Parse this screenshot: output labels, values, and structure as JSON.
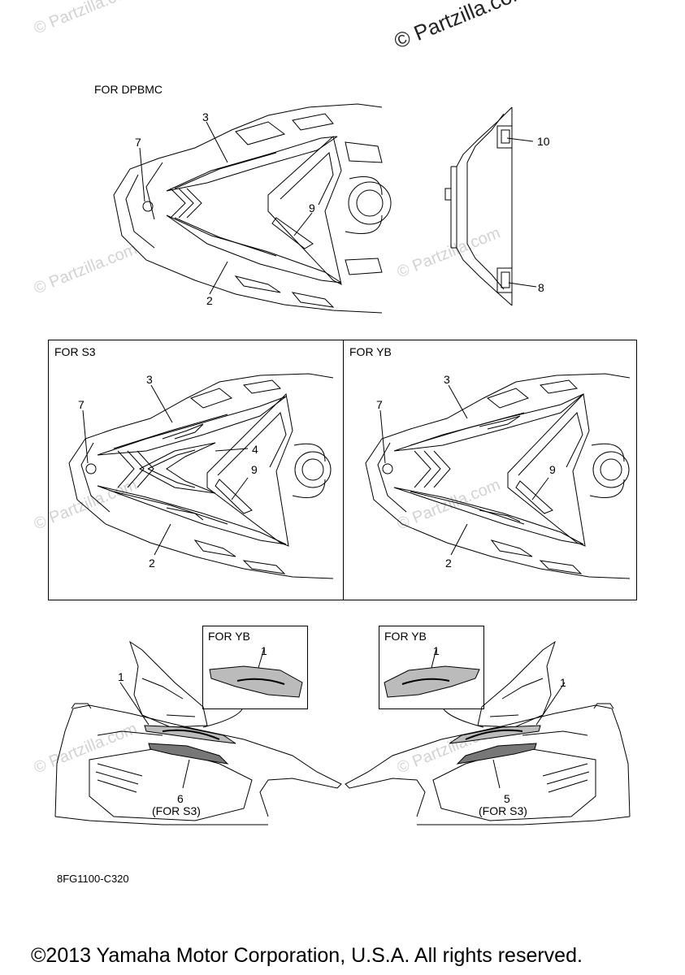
{
  "watermark": {
    "small": "© Partzilla.com",
    "top": "© Partzilla.com"
  },
  "sections": {
    "top_label": "FOR DPBMC",
    "s3_label": "FOR S3",
    "yb_label": "FOR YB",
    "inset_left_label": "FOR YB",
    "inset_right_label": "FOR YB"
  },
  "callouts": {
    "top": {
      "c3": "3",
      "c7": "7",
      "c9": "9",
      "c2": "2",
      "c10": "10",
      "c8": "8"
    },
    "s3": {
      "c3": "3",
      "c7": "7",
      "c4": "4",
      "c9": "9",
      "c2": "2"
    },
    "yb": {
      "c3": "3",
      "c7": "7",
      "c9": "9",
      "c2": "2"
    },
    "bottom": {
      "inset_left_1": "1",
      "inset_right_1": "1",
      "left_1": "1",
      "right_1": "1",
      "left_6": "6",
      "left_6_note": "(FOR S3)",
      "right_5": "5",
      "right_5_note": "(FOR S3)"
    }
  },
  "diagram_code": "8FG1100-C320",
  "footer": "©2013 Yamaha Motor Corporation, U.S.A. All rights reserved."
}
